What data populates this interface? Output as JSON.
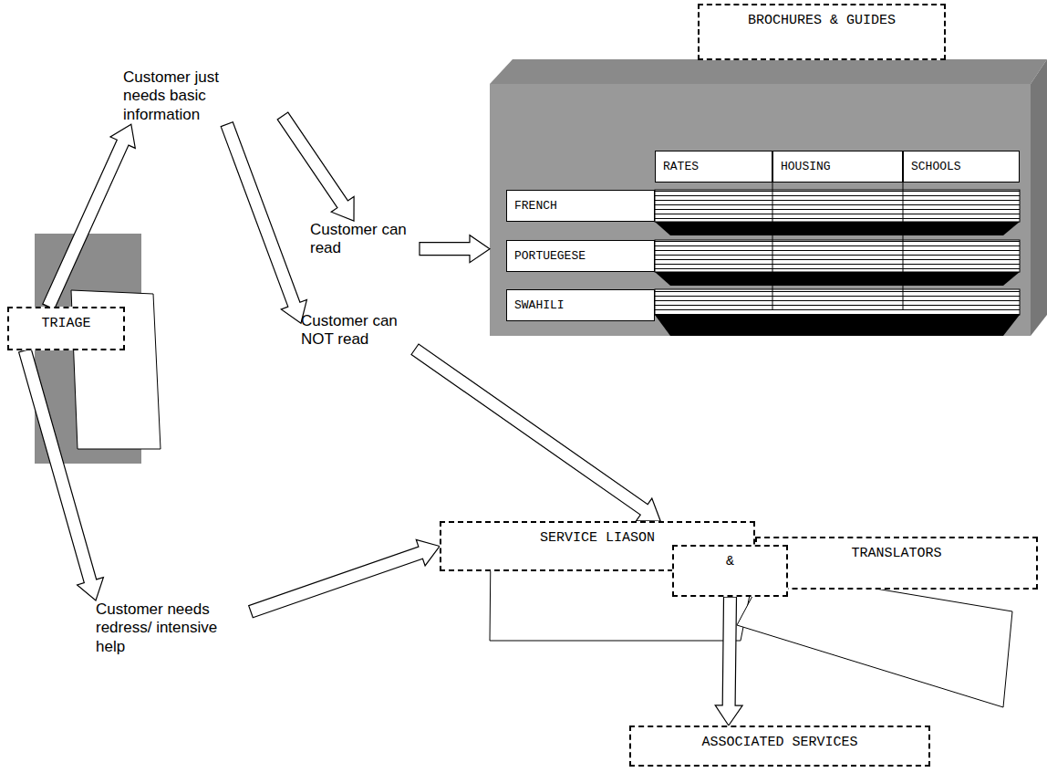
{
  "diagram": {
    "nodes": [
      {
        "text": [
          "TRIAGE"
        ]
      },
      {
        "text": [
          "Customer just needs basic information"
        ]
      },
      {
        "text": [
          "Customer can read"
        ]
      },
      {
        "text": [
          "Customer can NOT read"
        ]
      },
      {
        "text": [
          "Customer needs redress/ intensive help"
        ]
      },
      {
        "text": [
          "BROCHURES & GUIDES"
        ]
      },
      {
        "text": [
          "RATES"
        ],
        "in": 5
      },
      {
        "text": [
          "HOUSING"
        ],
        "in": 5
      },
      {
        "text": [
          "SCHOOLS"
        ],
        "in": 5
      },
      {
        "text": [
          "FRENCH"
        ],
        "in": 5
      },
      {
        "text": [
          "PORTUEGESE"
        ],
        "in": 5
      },
      {
        "text": [
          "SWAHILI"
        ],
        "in": 5
      },
      {
        "text": [
          "SERVICE LIASON"
        ]
      },
      {
        "text": [
          "TRANSLATORS"
        ]
      },
      {
        "text": [
          "&"
        ]
      },
      {
        "text": [
          "ASSOCIATED SERVICES"
        ]
      }
    ],
    "edges": [
      {
        "from": 0,
        "to": 1,
        "arrow": "to"
      },
      {
        "from": 1,
        "to": 2,
        "arrow": "to"
      },
      {
        "from": 1,
        "to": 3,
        "arrow": "to"
      },
      {
        "from": 2,
        "to": 5,
        "arrow": "to"
      },
      {
        "from": 3,
        "to": 12,
        "arrow": "to"
      },
      {
        "from": 0,
        "to": 4,
        "arrow": "to"
      },
      {
        "from": 4,
        "to": 12,
        "arrow": "to"
      },
      {
        "from": 14,
        "to": 15,
        "arrow": "to"
      }
    ]
  }
}
